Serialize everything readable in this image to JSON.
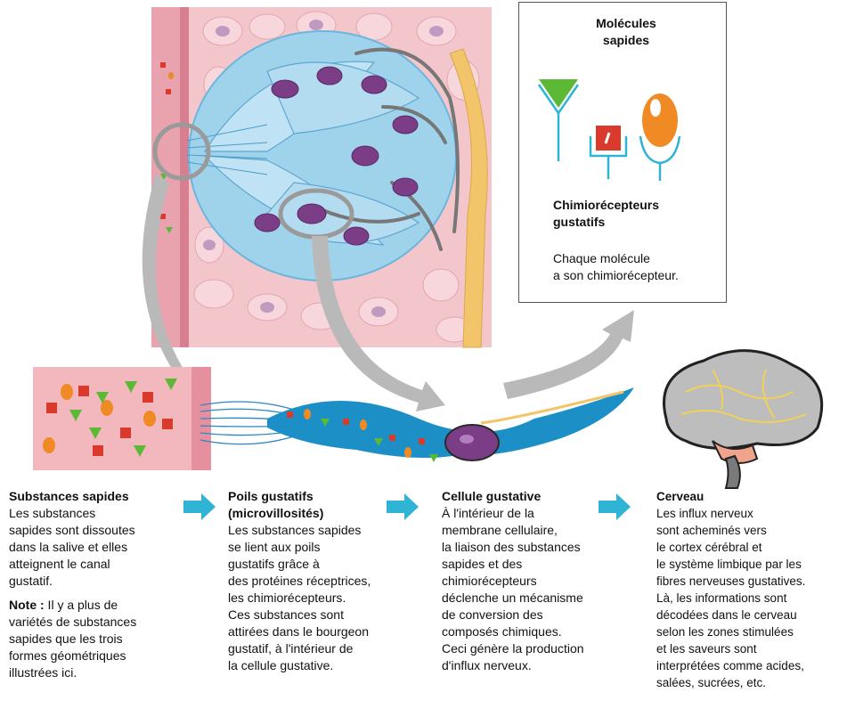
{
  "box": {
    "title_lines": [
      "Molécules",
      "sapides"
    ],
    "receptor_title_lines": [
      "Chimiorécepteurs",
      "gustatifs"
    ],
    "receptor_text_lines": [
      "Chaque molécule",
      "a son chimiorécepteur."
    ]
  },
  "colors": {
    "skin_pink": "#e8a3ae",
    "tissue_pink": "#f3c6cb",
    "bud_blue": "#9fd3ec",
    "cell_blue": "#1d8fc7",
    "nucleus_purple": "#7a3d86",
    "nerve_yellow": "#f2c56a",
    "arrow_gray": "#b9b9b9",
    "flow_arrow_cyan": "#2fb4d6",
    "green_triangle": "#5cb936",
    "red_square": "#d93a2b",
    "orange_oval": "#f08a24"
  },
  "columns": [
    {
      "heading": [
        "Substances sapides"
      ],
      "body": [
        "Les substances",
        "sapides sont dissoutes",
        "dans la salive et elles",
        "atteignent le canal",
        "gustatif."
      ],
      "note_label": "Note :",
      "note": [
        " Il y a plus de",
        "variétés de substances",
        "sapides que les trois",
        "formes géométriques",
        "illustrées ici."
      ]
    },
    {
      "heading": [
        "Poils gustatifs",
        "(microvillosités)"
      ],
      "body": [
        "Les substances sapides",
        "se lient aux poils",
        "gustatifs grâce à",
        "des protéines réceptrices,",
        "les chimiorécepteurs.",
        "Ces substances sont",
        "attirées dans le bourgeon",
        "gustatif, à l'intérieur de",
        "la cellule gustative."
      ]
    },
    {
      "heading": [
        "Cellule gustative"
      ],
      "body": [
        "À l'intérieur de la",
        "membrane cellulaire,",
        "la liaison des substances",
        "sapides et des",
        "chimiorécepteurs",
        "déclenche un mécanisme",
        "de conversion des",
        "composés chimiques.",
        "Ceci génère la production",
        "d'influx nerveux."
      ]
    },
    {
      "heading": [
        "Cerveau"
      ],
      "body": [
        "Les influx nerveux",
        "sont acheminés vers",
        "le cortex cérébral et",
        "le système limbique par les",
        "fibres nerveuses gustatives.",
        "Là, les informations sont",
        "décodées dans le cerveau",
        "selon les zones stimulées",
        "et les saveurs sont",
        "interprétées comme acides,",
        "salées, sucrées, etc."
      ]
    }
  ]
}
